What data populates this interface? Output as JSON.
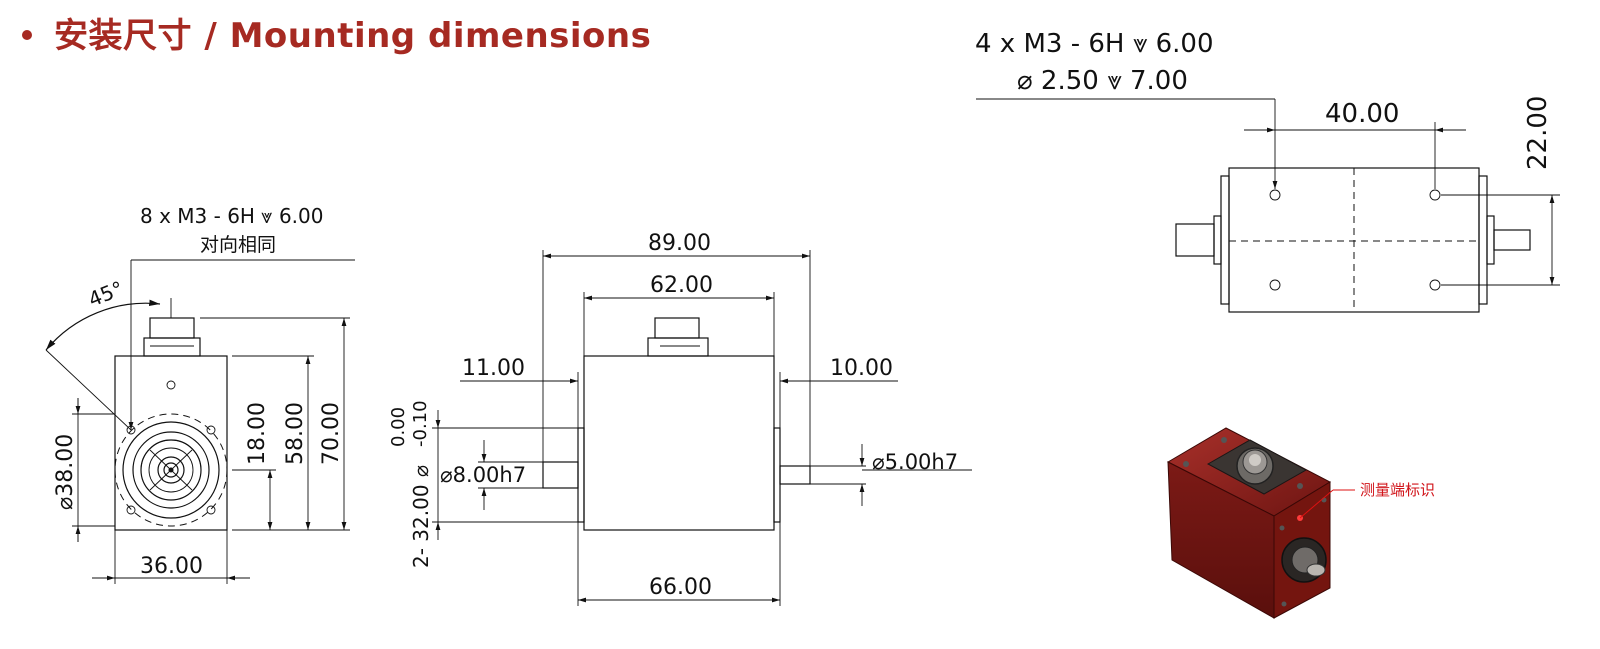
{
  "header": {
    "title": "安装尺寸 / Mounting dimensions"
  },
  "colors": {
    "accent": "#a62a22",
    "line": "#111111",
    "body_red": "#8f1e1a"
  },
  "front_view": {
    "hole_note_line1": "8 x  M3 - 6H ⩔ 6.00",
    "hole_note_line2": "对向相同",
    "angle": "45°",
    "dia_38": "38.00",
    "dim_18": "18.00",
    "dim_58": "58.00",
    "dim_70": "70.00",
    "dim_36": "36.00"
  },
  "side_view": {
    "dim_89": "89.00",
    "dim_62": "62.00",
    "dim_11": "11.00",
    "dim_10": "10.00",
    "dim_66": "66.00",
    "shaft_left": "8.00h7",
    "shaft_right": "5.00h7",
    "tol_upper": "0.00",
    "tol_lower": "-0.10",
    "flange_dia": "2-  32.00"
  },
  "top_view": {
    "hole_note_line1": "4 x  M3 - 6H ⩔ 6.00",
    "hole_note_line2": "2.50 ⩔ 7.00",
    "dim_40": "40.00",
    "dim_22": "22.00"
  },
  "photo": {
    "label": "测量端标识"
  }
}
